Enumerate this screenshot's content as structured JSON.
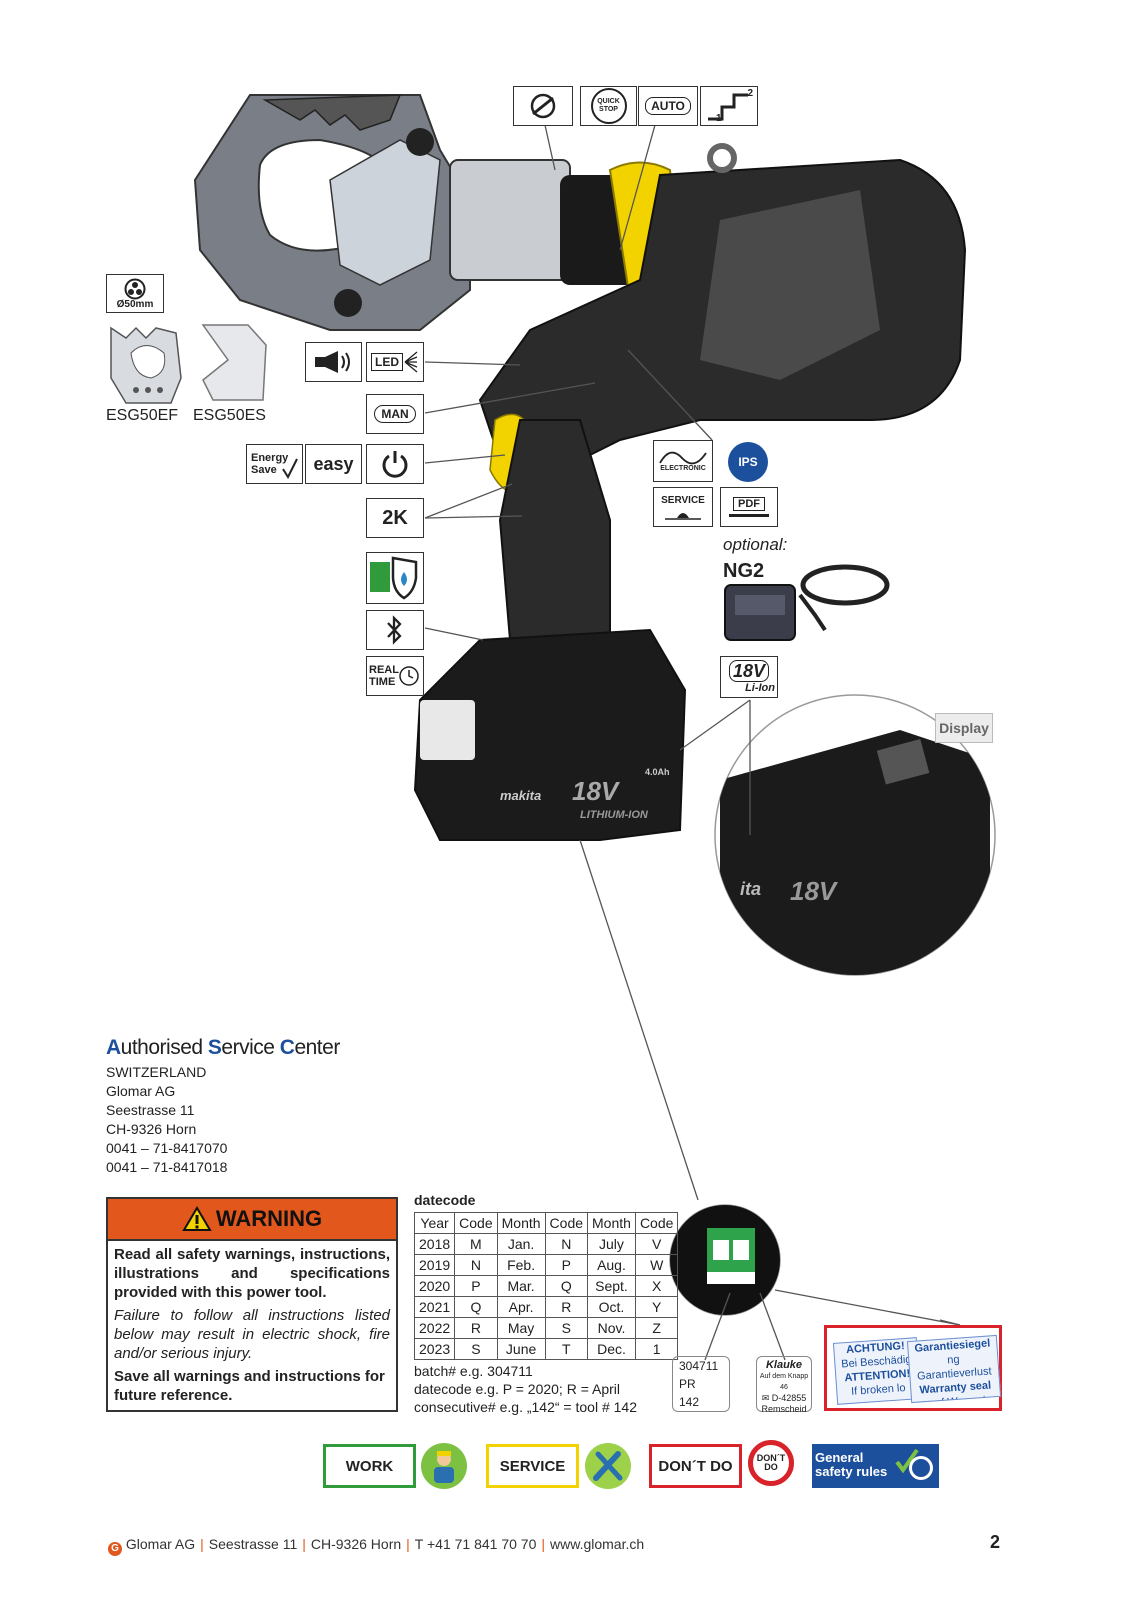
{
  "icons": {
    "top": [
      "Quick Stop",
      "AUTO",
      "stage-2"
    ],
    "quick_stop_line1": "QUICK",
    "quick_stop_line2": "STOP",
    "auto": "AUTO",
    "stage_hi": "2",
    "stage_lo": "1",
    "diameter": "Ø50mm",
    "led": "LED",
    "man": "MAN",
    "energy_save_l1": "Energy",
    "energy_save_l2": "Save",
    "easy": "easy",
    "two_k": "2K",
    "real_time_l1": "REAL",
    "real_time_l2": "TIME",
    "electronic": "ELECTRONIC",
    "ips": "IPS",
    "service": "SERVICE",
    "pdf": "PDF",
    "battery_18v": "18V",
    "battery_liion": "Li-Ion"
  },
  "blades": {
    "left": "ESG50EF",
    "right": "ESG50ES"
  },
  "optional": {
    "label": "optional:",
    "charger": "NG2"
  },
  "battery_text": {
    "brand": "makita",
    "volts": "18V",
    "type": "LITHIUM-ION",
    "capacity": "4.0Ah"
  },
  "display_label": "Display",
  "service_center": {
    "title_parts": [
      "A",
      "uthorised ",
      "S",
      "ervice ",
      "C",
      "enter"
    ],
    "lines": [
      "SWITZERLAND",
      "Glomar AG",
      "Seestrasse 11",
      "CH-9326 Horn",
      "0041 – 71-8417070",
      "0041 – 71-8417018"
    ]
  },
  "warning": {
    "title": "WARNING",
    "p1": "Read all safety warnings, instructions, illustrations and specifications provided with this power tool.",
    "p2": "Failure to follow all instructions listed below may result in electric shock, fire and/or serious injury.",
    "p3": "Save all warnings and instructions for future reference."
  },
  "datecode": {
    "title": "datecode",
    "headers": [
      "Year",
      "Code",
      "Month",
      "Code",
      "Month",
      "Code"
    ],
    "rows": [
      [
        "2018",
        "M",
        "Jan.",
        "N",
        "July",
        "V"
      ],
      [
        "2019",
        "N",
        "Feb.",
        "P",
        "Aug.",
        "W"
      ],
      [
        "2020",
        "P",
        "Mar.",
        "Q",
        "Sept.",
        "X"
      ],
      [
        "2021",
        "Q",
        "Apr.",
        "R",
        "Oct.",
        "Y"
      ],
      [
        "2022",
        "R",
        "May",
        "S",
        "Nov.",
        "Z"
      ],
      [
        "2023",
        "S",
        "June",
        "T",
        "Dec.",
        "1"
      ]
    ],
    "notes": [
      "batch# e.g. 304711",
      "datecode e.g. P = 2020; R = April",
      "consecutive# e.g. „142“ = tool # 142"
    ]
  },
  "label_box": {
    "lines": [
      "304711",
      "PR",
      "142"
    ]
  },
  "klauke_box": {
    "brand": "Klauke",
    "l1": "Auf dem Knapp 46",
    "l2": "D-42855",
    "l3": "Remscheid"
  },
  "seal": {
    "l1a": "ACHTUNG!",
    "l1b": "Garantiesiegel",
    "l2a": "Bei Beschädig",
    "l2b": "ng Garantieverlust",
    "l3a": "ATTENTION!",
    "l3b": "Warranty seal",
    "l4a": "If broken lo",
    "l4b": "ss of Warranty"
  },
  "nav": {
    "work": "WORK",
    "service": "SERVICE",
    "dont_do": "DON´T DO",
    "dont_badge": "DON´T DO",
    "general_l1": "General",
    "general_l2": "safety rules"
  },
  "footer": {
    "company": "Glomar AG",
    "street": "Seestrasse 11",
    "city": "CH-9326 Horn",
    "phone": "T +41 71 841 70 70",
    "web": "www.glomar.ch",
    "page": "2"
  },
  "colors": {
    "accent": "#e2571b",
    "tool_yellow": "#f2d300",
    "seal_red": "#d8232a",
    "nav_green": "#2f9b3a",
    "nav_yellow": "#f2d300",
    "nav_red": "#d8232a",
    "nav_blue": "#1c4f9c"
  }
}
